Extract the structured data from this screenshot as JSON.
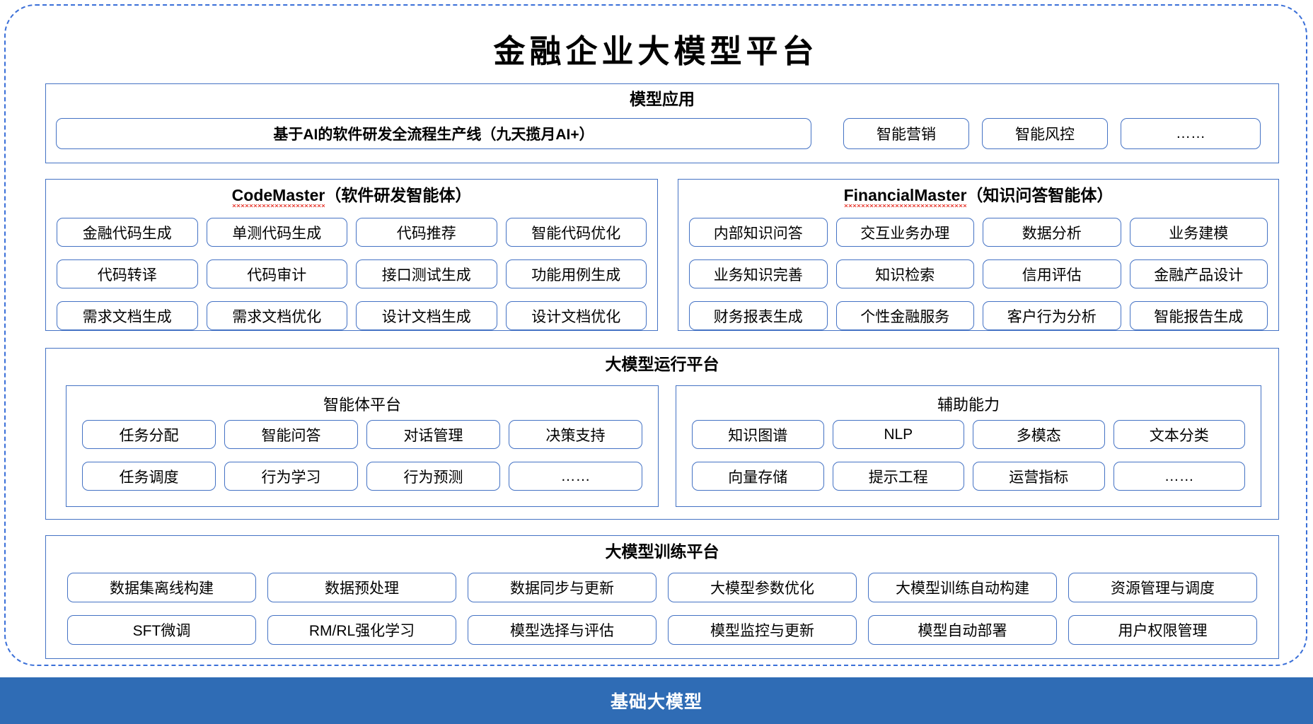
{
  "title": "金融企业大模型平台",
  "colors": {
    "frame_border": "#3a6fd8",
    "panel_border": "#4472c4",
    "base_bar": "#2F6CB5",
    "spellcheck_underline": "#e8443a"
  },
  "model_application": {
    "heading": "模型应用",
    "items": [
      "基于AI的软件研发全流程生产线（九天揽月AI+）",
      "智能营销",
      "智能风控",
      "……"
    ]
  },
  "codemaster": {
    "name": "CodeMaster",
    "suffix": "（软件研发智能体）",
    "rows": [
      [
        "金融代码生成",
        "单测代码生成",
        "代码推荐",
        "智能代码优化"
      ],
      [
        "代码转译",
        "代码审计",
        "接口测试生成",
        "功能用例生成"
      ],
      [
        "需求文档生成",
        "需求文档优化",
        "设计文档生成",
        "设计文档优化"
      ]
    ]
  },
  "financialmaster": {
    "name": "FinancialMaster",
    "suffix": "（知识问答智能体）",
    "rows": [
      [
        "内部知识问答",
        "交互业务办理",
        "数据分析",
        "业务建模"
      ],
      [
        "业务知识完善",
        "知识检索",
        "信用评估",
        "金融产品设计"
      ],
      [
        "财务报表生成",
        "个性金融服务",
        "客户行为分析",
        "智能报告生成"
      ]
    ]
  },
  "runtime_platform": {
    "heading": "大模型运行平台",
    "agent_platform": {
      "heading": "智能体平台",
      "rows": [
        [
          "任务分配",
          "智能问答",
          "对话管理",
          "决策支持"
        ],
        [
          "任务调度",
          "行为学习",
          "行为预测",
          "……"
        ]
      ]
    },
    "assist_capability": {
      "heading": "辅助能力",
      "rows": [
        [
          "知识图谱",
          "NLP",
          "多模态",
          "文本分类"
        ],
        [
          "向量存储",
          "提示工程",
          "运营指标",
          "……"
        ]
      ]
    }
  },
  "training_platform": {
    "heading": "大模型训练平台",
    "rows": [
      [
        "数据集离线构建",
        "数据预处理",
        "数据同步与更新",
        "大模型参数优化",
        "大模型训练自动构建",
        "资源管理与调度"
      ],
      [
        "SFT微调",
        "RM/RL强化学习",
        "模型选择与评估",
        "模型监控与更新",
        "模型自动部署",
        "用户权限管理"
      ]
    ]
  },
  "base_model": {
    "label": "基础大模型"
  }
}
